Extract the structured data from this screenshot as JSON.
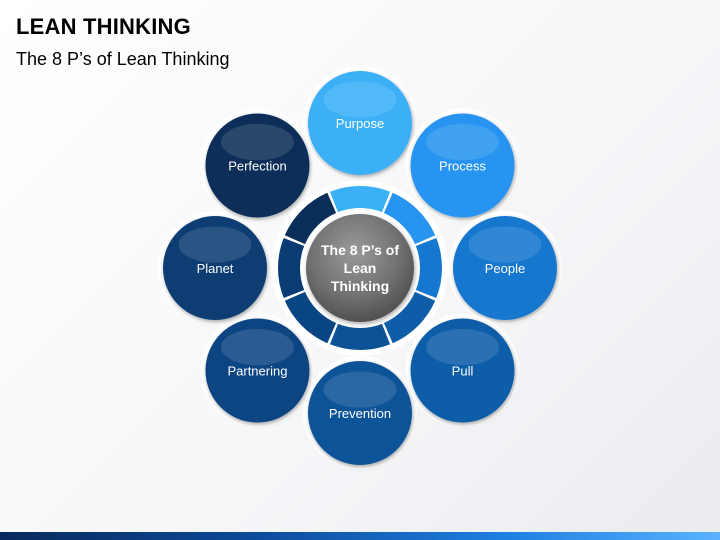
{
  "title": "LEAN THINKING",
  "subtitle": "The 8 P’s of Lean Thinking",
  "hub": {
    "lines": [
      "The 8 P’s of",
      "Lean",
      "Thinking"
    ]
  },
  "nodes": [
    {
      "id": "purpose",
      "label": "Purpose",
      "color": "#3ab0f7"
    },
    {
      "id": "process",
      "label": "Process",
      "color": "#2694f0"
    },
    {
      "id": "people",
      "label": "People",
      "color": "#1577cf"
    },
    {
      "id": "pull",
      "label": "Pull",
      "color": "#0e5da8"
    },
    {
      "id": "prevention",
      "label": "Prevention",
      "color": "#0c5297"
    },
    {
      "id": "partnering",
      "label": "Partnering",
      "color": "#0a4583"
    },
    {
      "id": "planet",
      "label": "Planet",
      "color": "#093c73"
    },
    {
      "id": "perfection",
      "label": "Perfection",
      "color": "#082e59"
    }
  ]
}
